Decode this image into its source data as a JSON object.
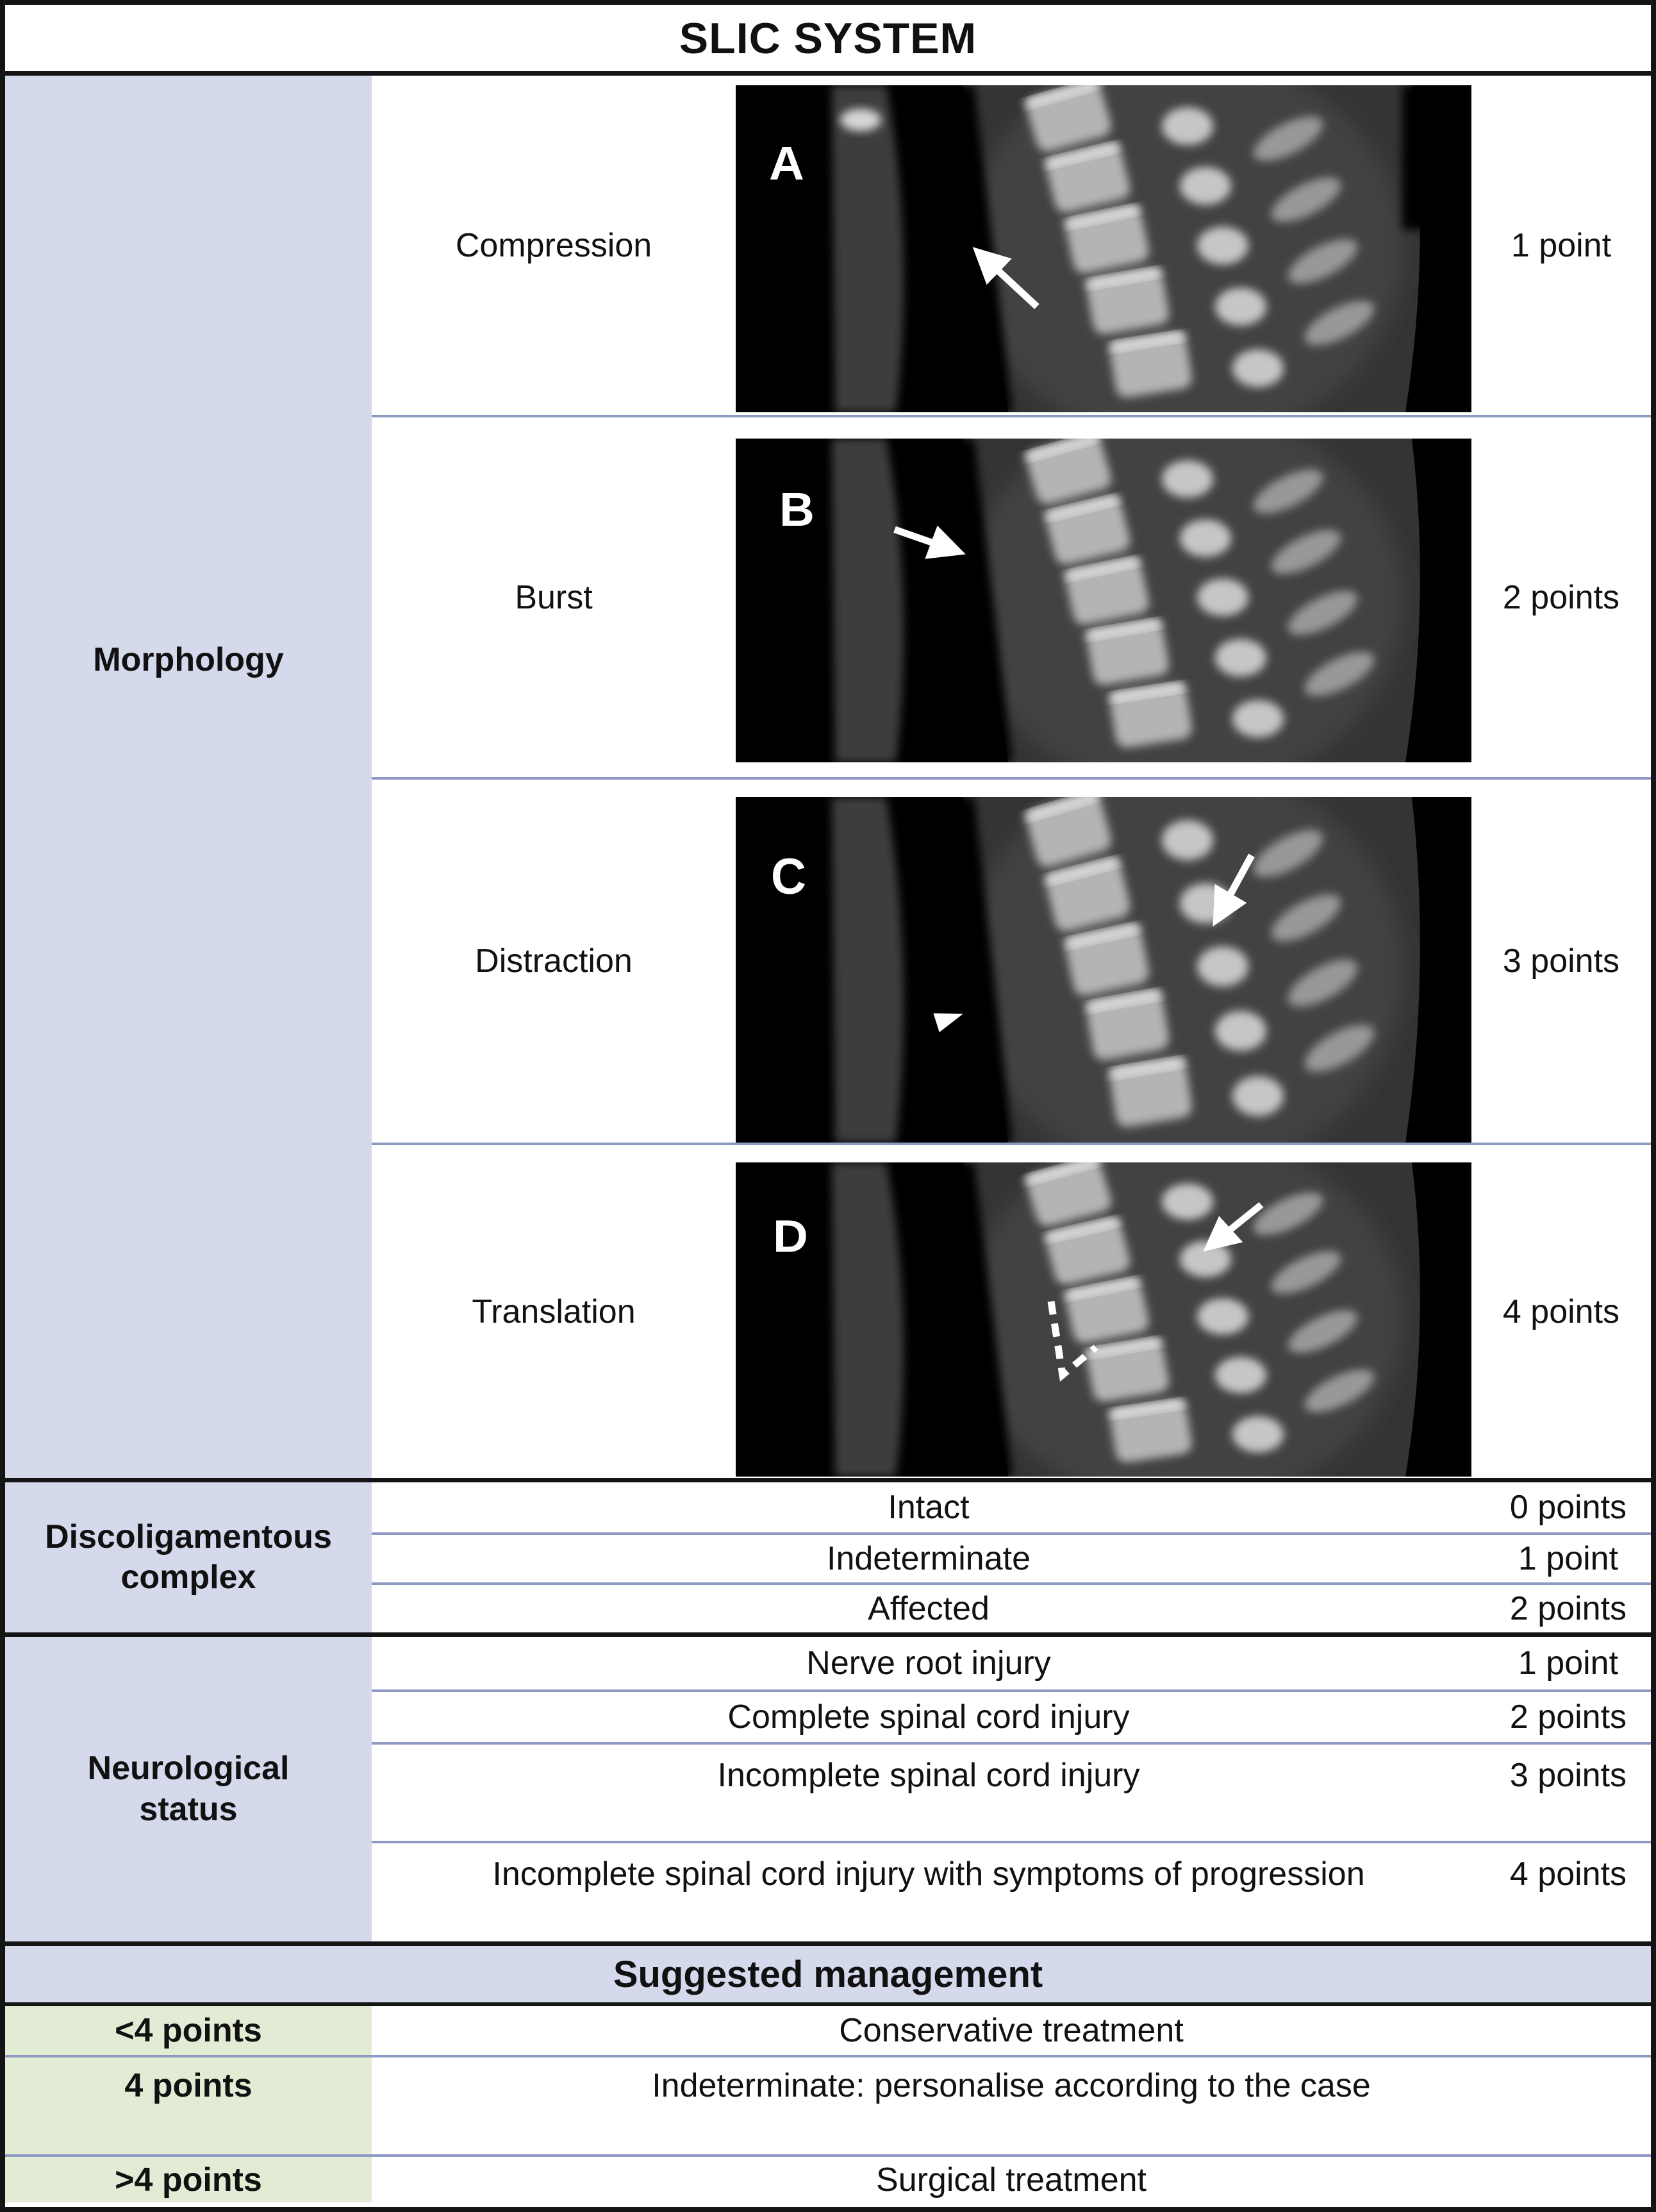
{
  "title": "SLIC SYSTEM",
  "colors": {
    "section_header_bg": "#d4d9ec",
    "management_score_bg": "#e2ecd5",
    "row_separator": "#8f9ac4",
    "table_border": "#141414",
    "text": "#111111"
  },
  "morphology": {
    "section_label": "Morphology",
    "rows": [
      {
        "label": "Compression",
        "points": "1 point",
        "image_letter": "A"
      },
      {
        "label": "Burst",
        "points": "2 points",
        "image_letter": "B"
      },
      {
        "label": "Distraction",
        "points": "3 points",
        "image_letter": "C"
      },
      {
        "label": "Translation",
        "points": "4 points",
        "image_letter": "D"
      }
    ]
  },
  "discoligamentous": {
    "section_label": "Discoligamentous complex",
    "rows": [
      {
        "label": "Intact",
        "points": "0 points"
      },
      {
        "label": "Indeterminate",
        "points": "1 point"
      },
      {
        "label": "Affected",
        "points": "2 points"
      }
    ]
  },
  "neurological": {
    "section_label": "Neurological status",
    "rows": [
      {
        "label": "Nerve root injury",
        "points": "1 point"
      },
      {
        "label": "Complete spinal cord injury",
        "points": "2 points"
      },
      {
        "label": "Incomplete spinal cord injury",
        "points": "3 points"
      },
      {
        "label": "Incomplete spinal cord injury with symptoms of progression",
        "points": "4 points"
      }
    ]
  },
  "management": {
    "header": "Suggested management",
    "rows": [
      {
        "score": "<4 points",
        "treatment": "Conservative treatment"
      },
      {
        "score": "4 points",
        "treatment": "Indeterminate: personalise according to the case"
      },
      {
        "score": ">4 points",
        "treatment": "Surgical treatment"
      }
    ]
  }
}
